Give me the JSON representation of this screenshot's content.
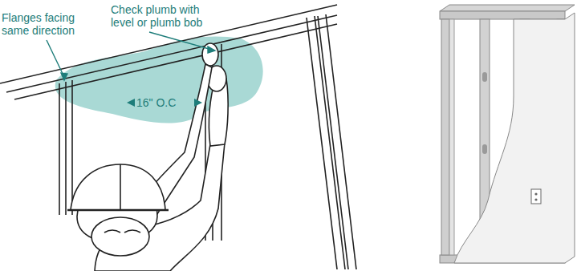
{
  "diagram": {
    "labels": [
      "Flanges facing same direction",
      "Check plumb with level or plumb bob",
      "16\" O.C"
    ]
  }
}
